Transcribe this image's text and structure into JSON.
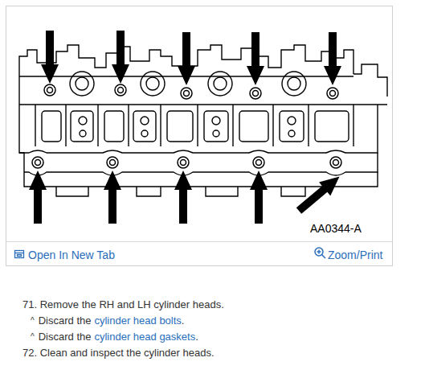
{
  "diagram": {
    "labels": [
      "AA0344-A",
      "Open In New Tab",
      "Zoom/Print",
      "71. Remove the RH and LH cylinder heads.",
      "^",
      "Discard the",
      "cylinder head bolts",
      ".",
      "^",
      "Discard the",
      "cylinder head gaskets",
      ".",
      "72. Clean and inspect the cylinder heads."
    ]
  }
}
